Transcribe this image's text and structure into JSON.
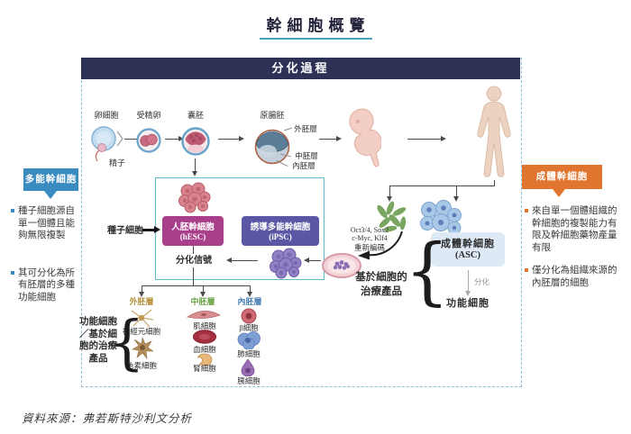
{
  "title": "幹細胞概覽",
  "source_note": "資料來源：弗若斯特沙利文分析",
  "colors": {
    "header_bg": "#2e3156",
    "title_underline": "#4aa4c7",
    "left_tag": "#3a8cc0",
    "right_tag": "#e0752f",
    "hesc_box": "#a93e8a",
    "ipsc_box": "#5b57a5",
    "asc_box_bg": "#dde9f5",
    "teal_border": "#62bdc9",
    "ectoderm_label": "#b5913c",
    "mesoderm_label": "#6aa348",
    "endoderm_label": "#4a7fb5"
  },
  "diagram": {
    "header": "分化過程",
    "brace_glyph": "{",
    "flow": {
      "egg_label": "卵細胞",
      "sperm_label": "精子",
      "zygote_label": "受精卵",
      "blastocyst_label": "囊胚",
      "gastrula_label": "原腸胚",
      "gastrula_ectoderm": "外胚層",
      "gastrula_mesoderm": "中胚層",
      "gastrula_endoderm": "內胚層"
    },
    "left_panel": {
      "tag": "多能幹細胞",
      "bullets": [
        "種子細胞源自單一個體且能夠無限複製",
        "其可分化為所有胚層的多種功能細胞"
      ]
    },
    "right_panel": {
      "tag": "成體幹細胞",
      "bullets": [
        "來自單一個體組織的幹細胞的複製能力有限及幹細胞藥物產量有限",
        "僅分化為組織來源的內胚層的細胞"
      ]
    },
    "center": {
      "seed_cells": "種子細胞",
      "hesc_name": "人胚幹細胞",
      "hesc_abbr": "(hESC)",
      "ipsc_name": "誘導多能幹細胞",
      "ipsc_abbr": "(iPSC)",
      "diff_signal": "分化信號",
      "reprogram_line1": "Oct3/4, Sox2",
      "reprogram_line2": "c-Myc, Klf4",
      "reprogram_line3": "重新編碼"
    },
    "asc_branch": {
      "asc_name": "成體幹細胞",
      "asc_abbr": "(ASC)",
      "differentiation": "分化",
      "functional_cells": "功能細胞",
      "therapy_products": "基於細胞的治療產品"
    },
    "germ_layers": {
      "ectoderm": {
        "name": "外胚層",
        "cells": [
          "神經元細胞",
          "色素細胞"
        ]
      },
      "mesoderm": {
        "name": "中胚層",
        "cells": [
          "肌細胞",
          "血細胞",
          "腎細胞"
        ]
      },
      "endoderm": {
        "name": "內胚層",
        "cells": [
          "β細胞",
          "肺細胞",
          "胰細胞"
        ]
      }
    },
    "bottom_left_label": "功能細胞／基於細胞的治療產品"
  }
}
